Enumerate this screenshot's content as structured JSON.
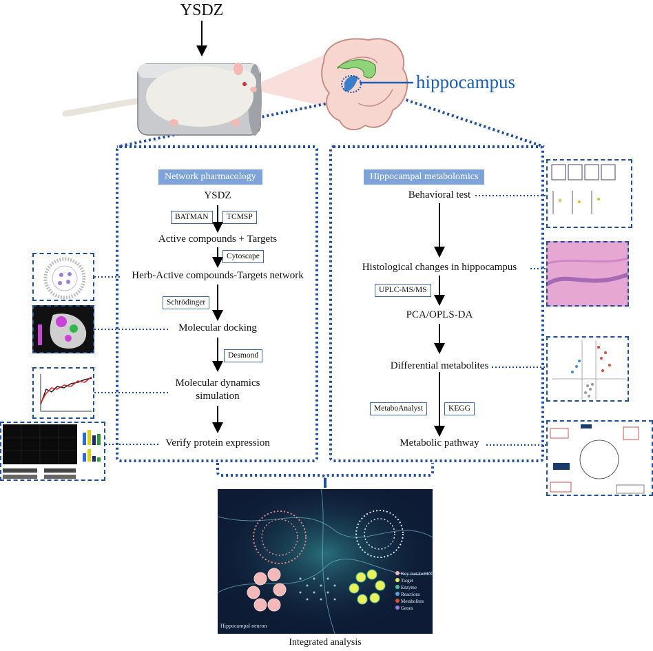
{
  "top": {
    "herb_label": "YSDZ",
    "region_label": "hippocampus"
  },
  "network_pharmacology": {
    "heading": "Network pharmacology",
    "steps": [
      "YSDZ",
      "Active compounds + Targets",
      "Herb-Active compounds-Targets network",
      "Molecular docking",
      "Molecular dynamics",
      "simulation",
      "Verify protein expression"
    ],
    "tools": [
      "BATMAN",
      "TCMSP",
      "Cytoscape",
      "Schrödinger",
      "Desmond"
    ]
  },
  "metabolomics": {
    "heading": "Hippocampal metabolomics",
    "steps": [
      "Behavioral test",
      "Histological changes in hippocampus",
      "PCA/OPLS-DA",
      "Differential metabolites",
      "Metabolic pathway"
    ],
    "tools": [
      "UPLC-MS/MS",
      "MetaboAnalyst",
      "KEGG"
    ]
  },
  "integrated": {
    "caption": "Integrated analysis",
    "image_label": "Hippocampal neuron",
    "legend": [
      "Key metabolites",
      "Target",
      "Enzyme",
      "Reactions",
      "Metabolites",
      "Genes"
    ]
  },
  "colors": {
    "dotted_border": "#1f4e9e",
    "heading_bg": "#7ea3d8",
    "hippocampus_text": "#1a5fb4"
  }
}
